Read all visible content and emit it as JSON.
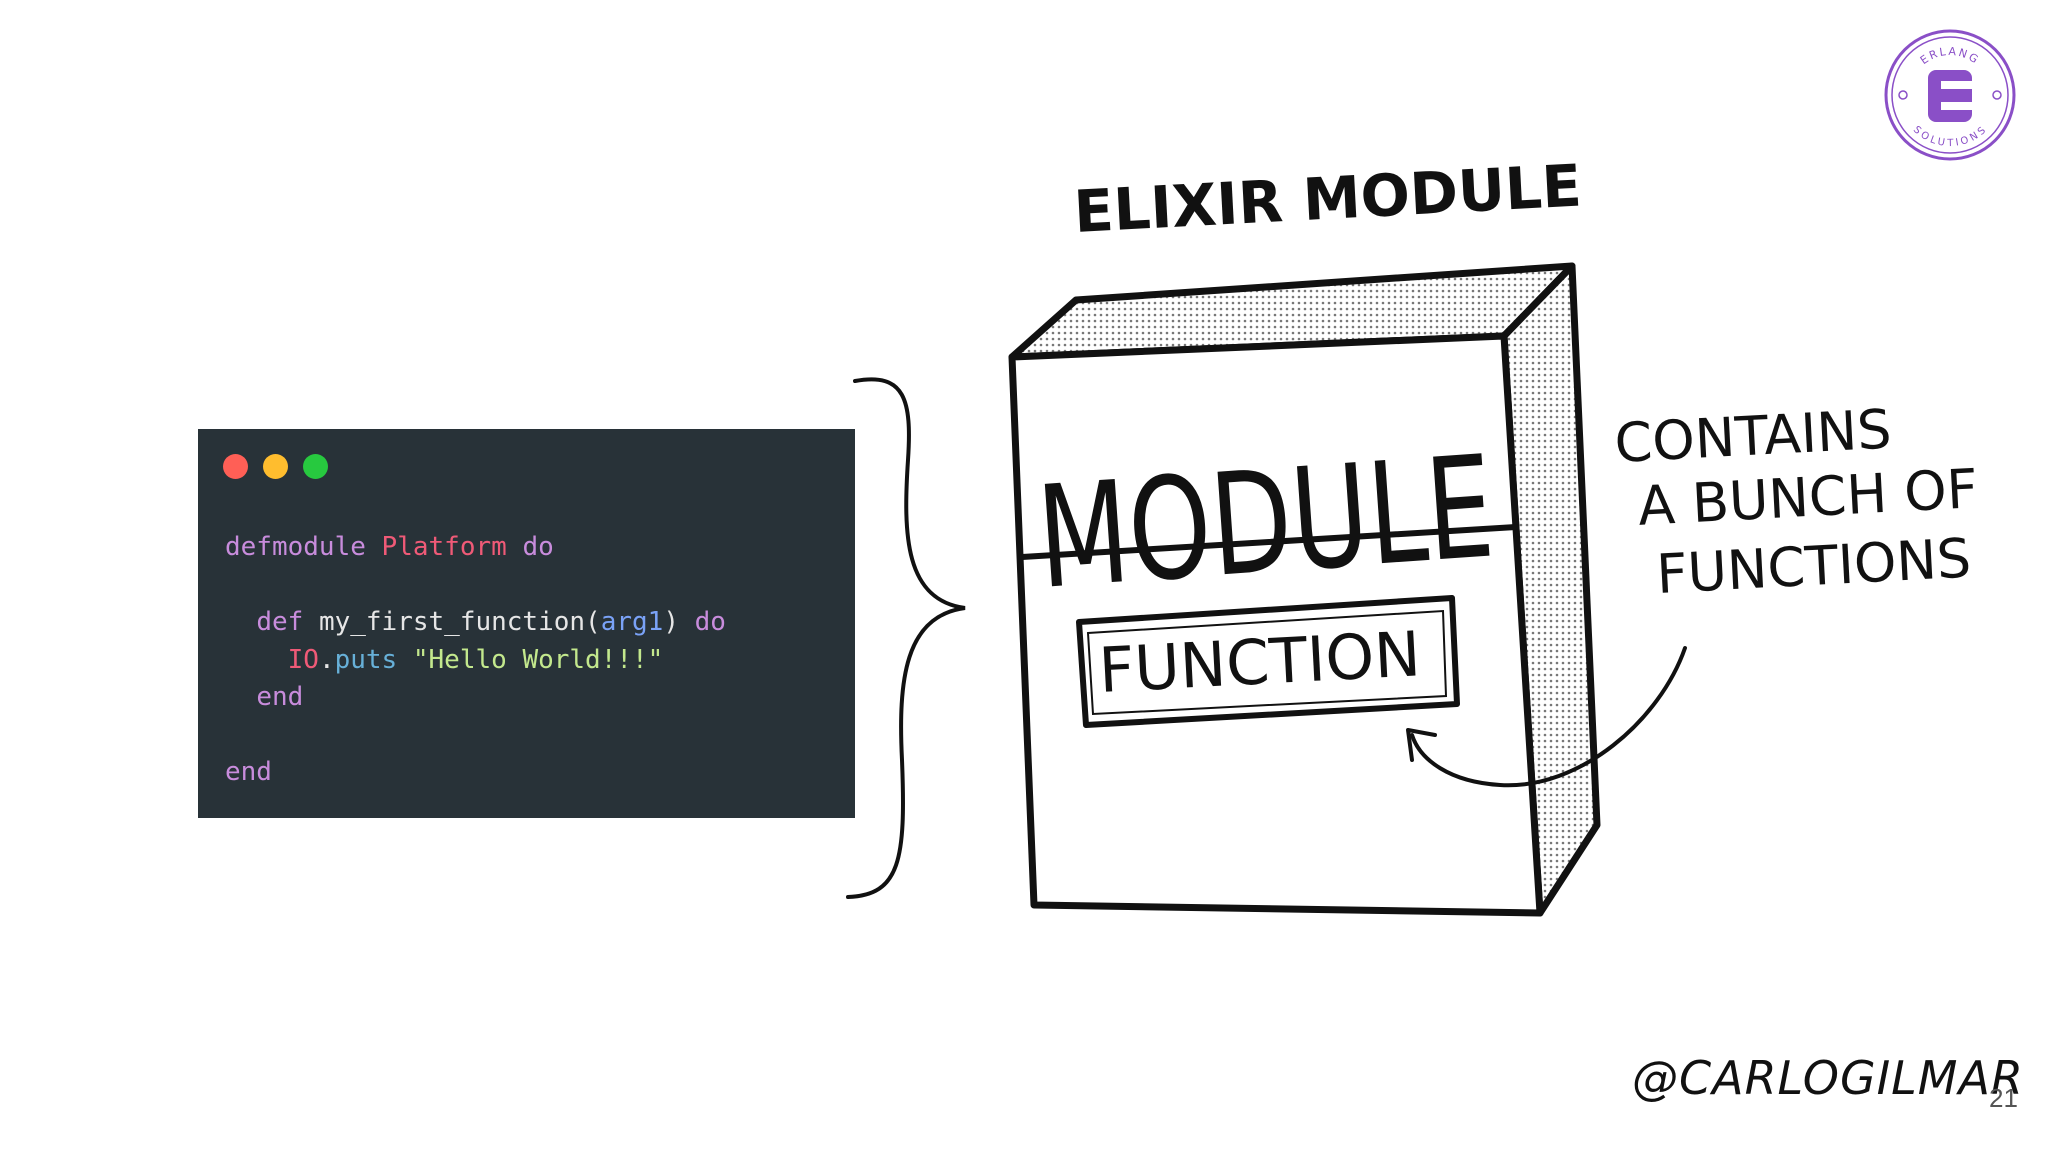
{
  "code": {
    "line1": {
      "kw1": "defmodule",
      "module": "Platform",
      "kw2": "do"
    },
    "line2": {
      "kw1": "def",
      "fname": "my_first_function(",
      "arg": "arg1",
      "close": ")",
      "kw2": "do"
    },
    "line3": {
      "mod": "IO",
      "dot": ".",
      "method": "puts",
      "str": "\"Hello World!!!\""
    },
    "line4": {
      "kw": "end"
    },
    "line5": {
      "kw": "end"
    },
    "traffic_colors": [
      "#ff5f56",
      "#ffbd2e",
      "#27c93f"
    ]
  },
  "diagram": {
    "title": "ELIXIR MODULE",
    "box_label": "MODULE",
    "inner_label": "FUNCTION",
    "note_lines": [
      "CONTAINS",
      "A BUNCH OF",
      "FUNCTIONS"
    ]
  },
  "footer": {
    "handle": "@CARLOGILMAR",
    "page_number": "21"
  },
  "logo": {
    "top_text": "ERLANG",
    "bottom_text": "SOLUTIONS",
    "letter": "E",
    "color": "#8a4fc7"
  }
}
